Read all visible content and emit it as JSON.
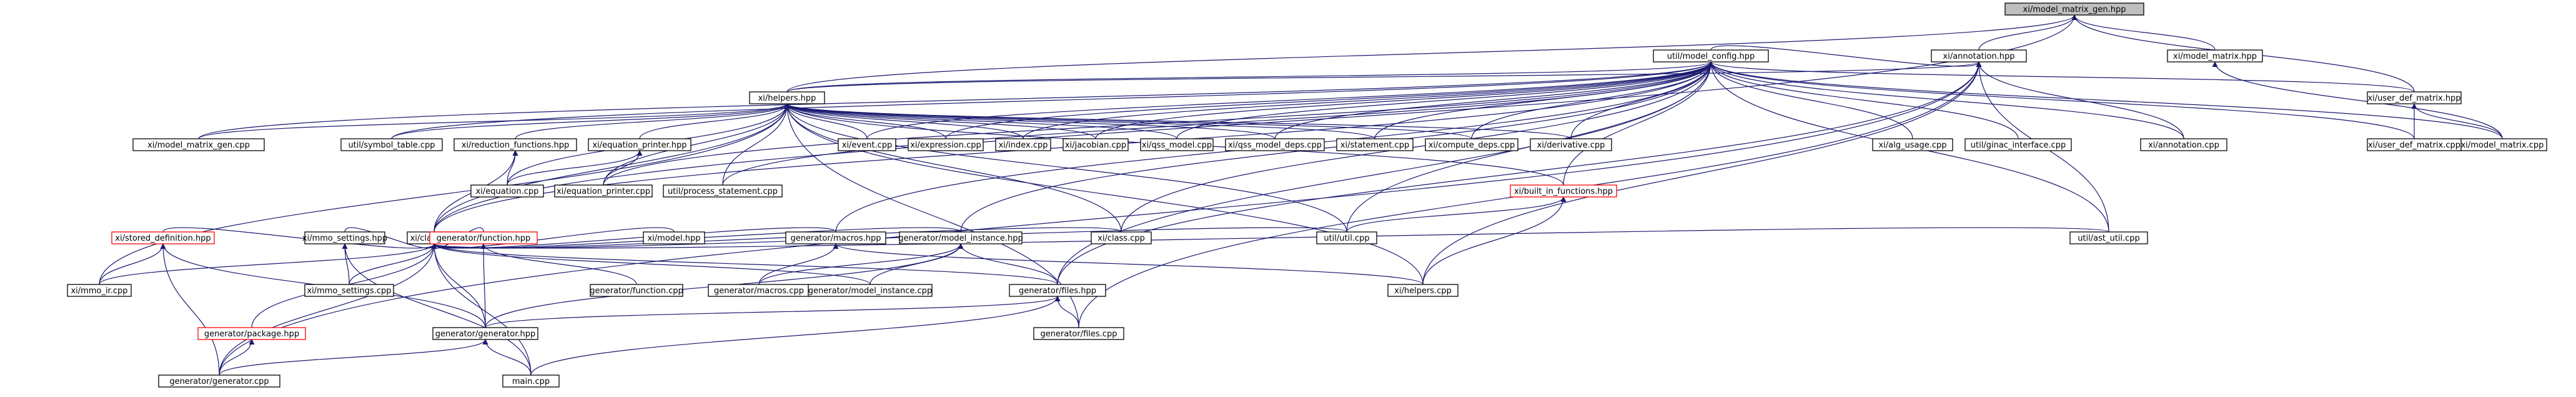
{
  "title": "",
  "colors": {
    "edge": "#191970",
    "root_fill": "#bfbfbf",
    "border": "#000000",
    "incomplete_border": "#ff0000"
  },
  "nodes": [
    {
      "id": "mmg",
      "label": "xi/model_matrix_gen.hpp",
      "root": true
    },
    {
      "id": "ann",
      "label": "xi/annotation.hpp"
    },
    {
      "id": "mm",
      "label": "xi/model_matrix.hpp"
    },
    {
      "id": "udm",
      "label": "xi/user_def_matrix.hpp"
    },
    {
      "id": "mmc",
      "label": "xi/model_matrix.cpp"
    },
    {
      "id": "udmc",
      "label": "xi/user_def_matrix.cpp"
    },
    {
      "id": "annc",
      "label": "xi/annotation.cpp"
    },
    {
      "id": "mcfg",
      "label": "util/model_config.hpp"
    },
    {
      "id": "hlp",
      "label": "xi/helpers.hpp"
    },
    {
      "id": "mmgc",
      "label": "xi/model_matrix_gen.cpp"
    },
    {
      "id": "symt",
      "label": "util/symbol_table.cpp"
    },
    {
      "id": "redf",
      "label": "xi/reduction_functions.hpp"
    },
    {
      "id": "eqp",
      "label": "xi/equation_printer.hpp"
    },
    {
      "id": "evt",
      "label": "xi/event.cpp"
    },
    {
      "id": "expr",
      "label": "xi/expression.cpp"
    },
    {
      "id": "idx",
      "label": "xi/index.cpp"
    },
    {
      "id": "jac",
      "label": "xi/jacobian.cpp"
    },
    {
      "id": "qss",
      "label": "xi/qss_model.cpp"
    },
    {
      "id": "qssd",
      "label": "xi/qss_model_deps.cpp"
    },
    {
      "id": "stm",
      "label": "xi/statement.cpp"
    },
    {
      "id": "cdeps",
      "label": "xi/compute_deps.cpp"
    },
    {
      "id": "deriv",
      "label": "xi/derivative.cpp"
    },
    {
      "id": "algu",
      "label": "xi/alg_usage.cpp"
    },
    {
      "id": "ginac",
      "label": "util/ginac_interface.cpp"
    },
    {
      "id": "eqc",
      "label": "xi/equation.cpp"
    },
    {
      "id": "eqpc",
      "label": "xi/equation_printer.cpp"
    },
    {
      "id": "procs",
      "label": "util/process_statement.cpp"
    },
    {
      "id": "bif",
      "label": "xi/built_in_functions.hpp",
      "incomplete": true
    },
    {
      "id": "cls",
      "label": "xi/class.hpp"
    },
    {
      "id": "clsc",
      "label": "xi/class.cpp"
    },
    {
      "id": "utilc",
      "label": "util/util.cpp"
    },
    {
      "id": "astu",
      "label": "util/ast_util.cpp"
    },
    {
      "id": "sdef",
      "label": "xi/stored_definition.hpp",
      "incomplete": true
    },
    {
      "id": "mmos",
      "label": "xi/mmo_settings.hpp"
    },
    {
      "id": "genf",
      "label": "generator/function.hpp",
      "incomplete": true
    },
    {
      "id": "modh",
      "label": "xi/model.hpp"
    },
    {
      "id": "genm",
      "label": "generator/macros.hpp"
    },
    {
      "id": "genmi",
      "label": "generator/model_instance.hpp"
    },
    {
      "id": "mmoir",
      "label": "xi/mmo_ir.cpp"
    },
    {
      "id": "mmosc",
      "label": "xi/mmo_settings.cpp"
    },
    {
      "id": "genfc",
      "label": "generator/function.cpp"
    },
    {
      "id": "genmc",
      "label": "generator/macros.cpp"
    },
    {
      "id": "genmic",
      "label": "generator/model_instance.cpp"
    },
    {
      "id": "genfi",
      "label": "generator/files.hpp"
    },
    {
      "id": "hlpc",
      "label": "xi/helpers.cpp"
    },
    {
      "id": "genpkg",
      "label": "generator/package.hpp",
      "incomplete": true
    },
    {
      "id": "geng",
      "label": "generator/generator.hpp"
    },
    {
      "id": "genfic",
      "label": "generator/files.cpp"
    },
    {
      "id": "gengc",
      "label": "generator/generator.cpp"
    },
    {
      "id": "main",
      "label": "main.cpp"
    }
  ]
}
